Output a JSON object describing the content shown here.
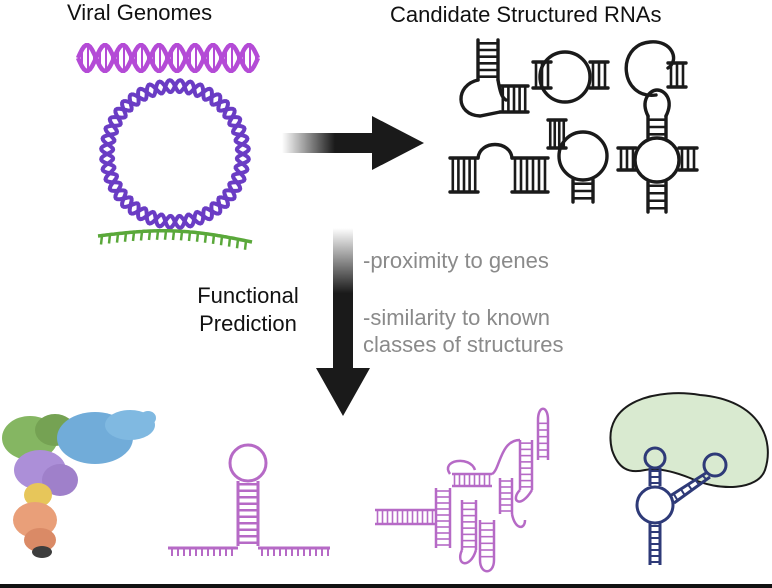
{
  "titles": {
    "source": "Viral Genomes",
    "target": "Candidate Structured RNAs"
  },
  "step": {
    "line1": "Functional",
    "line2": "Prediction"
  },
  "criteria": {
    "first": "-proximity to genes",
    "second_line1": "-similarity to known",
    "second_line2": "classes of structures"
  },
  "colors": {
    "dna": "#b44bd6",
    "circular_genome": "#6a3cc4",
    "ssrna": "#5aa83a",
    "structure_stroke": "#1a1a1a",
    "arrow": "#1a1a1a",
    "hairpin": "#b66ac6",
    "complex_rna": "#b66ac6",
    "protein_blob": "#d9ead0",
    "ires_rna": "#2e3a78",
    "criteria_text": "#8a8a8a"
  },
  "icons": [
    "dna-double-helix-icon",
    "circular-genome-icon",
    "single-strand-rna-icon",
    "protein-rna-complex-icon",
    "hairpin-icon",
    "complex-rna-icon",
    "protein-bound-rna-icon"
  ]
}
